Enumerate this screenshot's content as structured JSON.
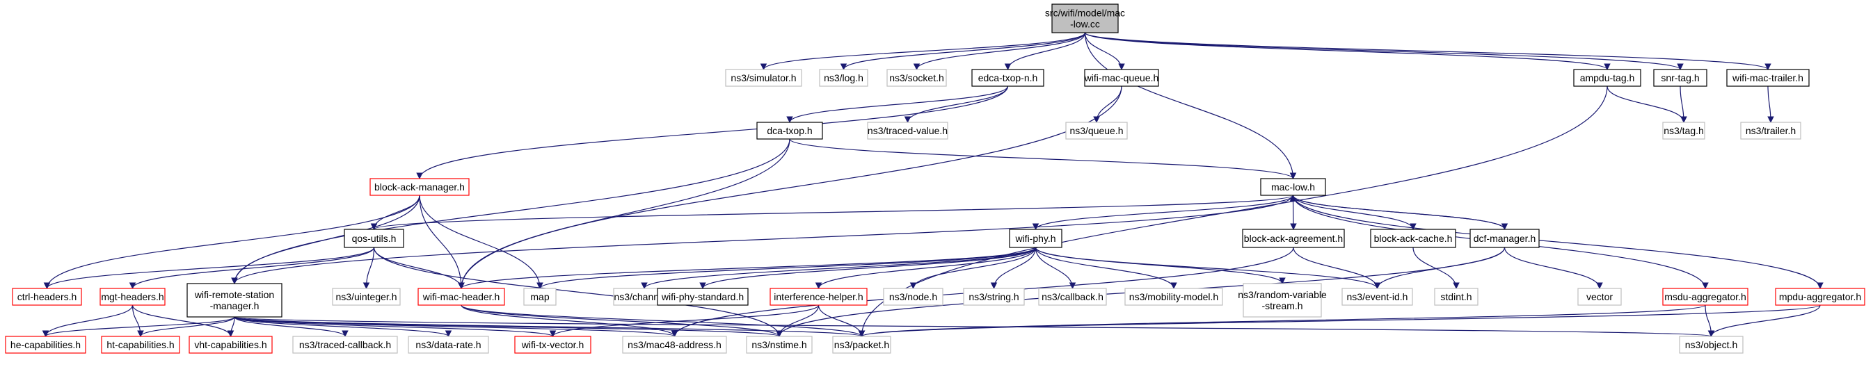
{
  "colors": {
    "root_fill": "#bfbfbf",
    "root_border": "#000000",
    "documented_border": "#000000",
    "missing_border": "#bfbfbf",
    "incomplete_border": "#ff0000",
    "edge": "#191970"
  },
  "nodes": [
    {
      "id": "root",
      "lines": [
        "src/wifi/model/mac",
        "-low.cc"
      ],
      "kind": "root"
    },
    {
      "id": "simulator",
      "lines": [
        "ns3/simulator.h"
      ],
      "kind": "missing"
    },
    {
      "id": "log",
      "lines": [
        "ns3/log.h"
      ],
      "kind": "missing"
    },
    {
      "id": "socket",
      "lines": [
        "ns3/socket.h"
      ],
      "kind": "missing"
    },
    {
      "id": "edca",
      "lines": [
        "edca-txop-n.h"
      ],
      "kind": "documented"
    },
    {
      "id": "wmq",
      "lines": [
        "wifi-mac-queue.h"
      ],
      "kind": "documented"
    },
    {
      "id": "ampdutag",
      "lines": [
        "ampdu-tag.h"
      ],
      "kind": "documented"
    },
    {
      "id": "snrtag",
      "lines": [
        "snr-tag.h"
      ],
      "kind": "documented"
    },
    {
      "id": "wmtrailer",
      "lines": [
        "wifi-mac-trailer.h"
      ],
      "kind": "documented"
    },
    {
      "id": "dca",
      "lines": [
        "dca-txop.h"
      ],
      "kind": "documented"
    },
    {
      "id": "tracedvalue",
      "lines": [
        "ns3/traced-value.h"
      ],
      "kind": "missing"
    },
    {
      "id": "queue",
      "lines": [
        "ns3/queue.h"
      ],
      "kind": "missing"
    },
    {
      "id": "tag",
      "lines": [
        "ns3/tag.h"
      ],
      "kind": "missing"
    },
    {
      "id": "trailer",
      "lines": [
        "ns3/trailer.h"
      ],
      "kind": "missing"
    },
    {
      "id": "bam",
      "lines": [
        "block-ack-manager.h"
      ],
      "kind": "incomplete"
    },
    {
      "id": "maclow",
      "lines": [
        "mac-low.h"
      ],
      "kind": "documented"
    },
    {
      "id": "qos",
      "lines": [
        "qos-utils.h"
      ],
      "kind": "documented"
    },
    {
      "id": "wifiphy",
      "lines": [
        "wifi-phy.h"
      ],
      "kind": "documented"
    },
    {
      "id": "baa",
      "lines": [
        "block-ack-agreement.h"
      ],
      "kind": "documented"
    },
    {
      "id": "bac",
      "lines": [
        "block-ack-cache.h"
      ],
      "kind": "documented"
    },
    {
      "id": "dcf",
      "lines": [
        "dcf-manager.h"
      ],
      "kind": "documented"
    },
    {
      "id": "ctrl",
      "lines": [
        "ctrl-headers.h"
      ],
      "kind": "incomplete"
    },
    {
      "id": "mgt",
      "lines": [
        "mgt-headers.h"
      ],
      "kind": "incomplete"
    },
    {
      "id": "wrsm",
      "lines": [
        "wifi-remote-station",
        "-manager.h"
      ],
      "kind": "documented"
    },
    {
      "id": "uinteger",
      "lines": [
        "ns3/uinteger.h"
      ],
      "kind": "missing"
    },
    {
      "id": "wmh",
      "lines": [
        "wifi-mac-header.h"
      ],
      "kind": "incomplete"
    },
    {
      "id": "map",
      "lines": [
        "map"
      ],
      "kind": "missing"
    },
    {
      "id": "channel",
      "lines": [
        "ns3/channel.h"
      ],
      "kind": "missing"
    },
    {
      "id": "wps",
      "lines": [
        "wifi-phy-standard.h"
      ],
      "kind": "documented"
    },
    {
      "id": "ih",
      "lines": [
        "interference-helper.h"
      ],
      "kind": "incomplete"
    },
    {
      "id": "node",
      "lines": [
        "ns3/node.h"
      ],
      "kind": "missing"
    },
    {
      "id": "string",
      "lines": [
        "ns3/string.h"
      ],
      "kind": "missing"
    },
    {
      "id": "callback",
      "lines": [
        "ns3/callback.h"
      ],
      "kind": "missing"
    },
    {
      "id": "mobility",
      "lines": [
        "ns3/mobility-model.h"
      ],
      "kind": "missing"
    },
    {
      "id": "rvs",
      "lines": [
        "ns3/random-variable",
        "-stream.h"
      ],
      "kind": "missing"
    },
    {
      "id": "eventid",
      "lines": [
        "ns3/event-id.h"
      ],
      "kind": "missing"
    },
    {
      "id": "stdint",
      "lines": [
        "stdint.h"
      ],
      "kind": "missing"
    },
    {
      "id": "vector",
      "lines": [
        "vector"
      ],
      "kind": "missing"
    },
    {
      "id": "msdu",
      "lines": [
        "msdu-aggregator.h"
      ],
      "kind": "incomplete"
    },
    {
      "id": "mpdu",
      "lines": [
        "mpdu-aggregator.h"
      ],
      "kind": "incomplete"
    },
    {
      "id": "he",
      "lines": [
        "he-capabilities.h"
      ],
      "kind": "incomplete"
    },
    {
      "id": "ht",
      "lines": [
        "ht-capabilities.h"
      ],
      "kind": "incomplete"
    },
    {
      "id": "vht",
      "lines": [
        "vht-capabilities.h"
      ],
      "kind": "incomplete"
    },
    {
      "id": "tracedcb",
      "lines": [
        "ns3/traced-callback.h"
      ],
      "kind": "missing"
    },
    {
      "id": "datarate",
      "lines": [
        "ns3/data-rate.h"
      ],
      "kind": "missing"
    },
    {
      "id": "wtv",
      "lines": [
        "wifi-tx-vector.h"
      ],
      "kind": "incomplete"
    },
    {
      "id": "mac48",
      "lines": [
        "ns3/mac48-address.h"
      ],
      "kind": "missing"
    },
    {
      "id": "nstime",
      "lines": [
        "ns3/nstime.h"
      ],
      "kind": "missing"
    },
    {
      "id": "packet",
      "lines": [
        "ns3/packet.h"
      ],
      "kind": "missing"
    },
    {
      "id": "object",
      "lines": [
        "ns3/object.h"
      ],
      "kind": "missing"
    }
  ]
}
